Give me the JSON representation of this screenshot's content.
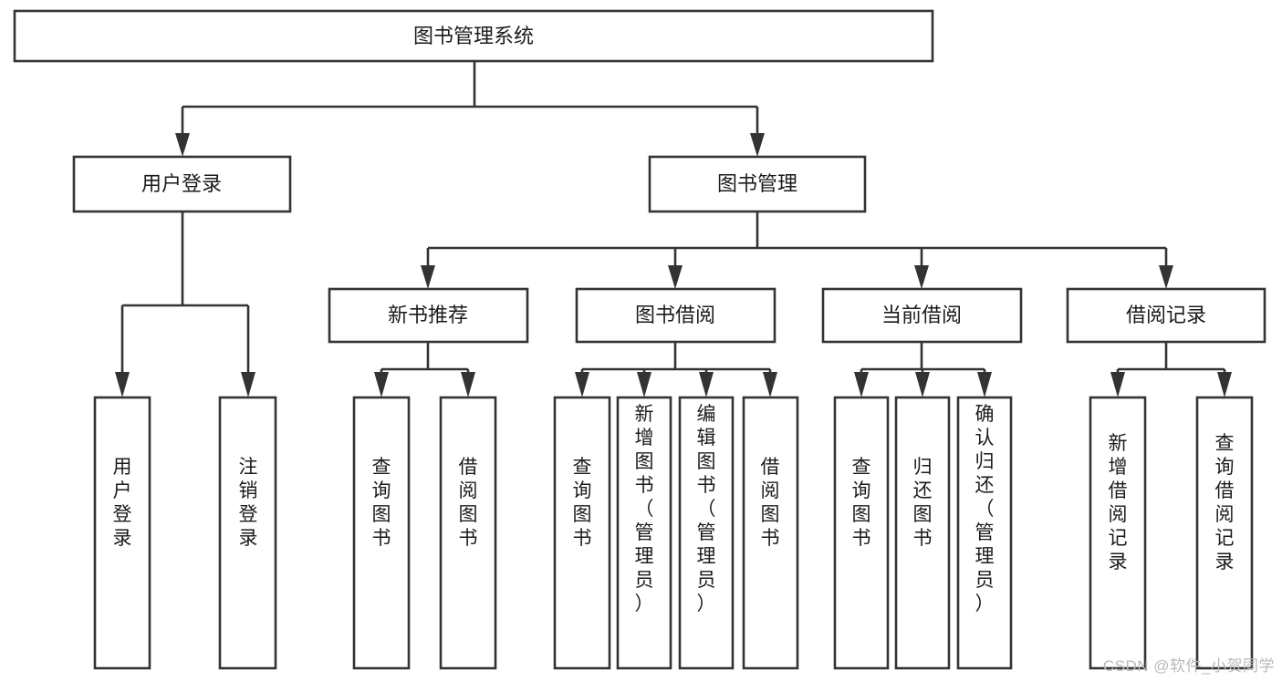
{
  "diagram": {
    "type": "tree",
    "title": "图书管理系统",
    "orientation": "top-down",
    "watermark": "CSDN @软件_小贺同学",
    "colors": {
      "stroke": "#333333",
      "box_fill": "#ffffff",
      "text": "#1b1b1b",
      "background": "#ffffff",
      "watermark": "#b9b9b9"
    },
    "levels": {
      "root": {
        "label": "图书管理系统"
      },
      "level2": [
        {
          "id": "user-login",
          "label": "用户登录"
        },
        {
          "id": "book-management",
          "label": "图书管理"
        }
      ],
      "level3": [
        {
          "id": "new-book-recommend",
          "label": "新书推荐",
          "parent": "book-management"
        },
        {
          "id": "book-borrow",
          "label": "图书借阅",
          "parent": "book-management"
        },
        {
          "id": "current-borrow",
          "label": "当前借阅",
          "parent": "book-management"
        },
        {
          "id": "borrow-record",
          "label": "借阅记录",
          "parent": "book-management"
        }
      ],
      "leaves": [
        {
          "id": "leaf-user-login",
          "label": "用户登录",
          "parent": "user-login"
        },
        {
          "id": "leaf-logout-login",
          "label": "注销登录",
          "parent": "user-login"
        },
        {
          "id": "leaf-query-book-1",
          "label": "查询图书",
          "parent": "new-book-recommend"
        },
        {
          "id": "leaf-borrow-book-1",
          "label": "借阅图书",
          "parent": "new-book-recommend"
        },
        {
          "id": "leaf-query-book-2",
          "label": "查询图书",
          "parent": "book-borrow"
        },
        {
          "id": "leaf-add-book",
          "label": "新增图书（管理员）",
          "parent": "book-borrow"
        },
        {
          "id": "leaf-edit-book",
          "label": "编辑图书（管理员）",
          "parent": "book-borrow"
        },
        {
          "id": "leaf-borrow-book-2",
          "label": "借阅图书",
          "parent": "book-borrow"
        },
        {
          "id": "leaf-query-book-3",
          "label": "查询图书",
          "parent": "current-borrow"
        },
        {
          "id": "leaf-return-book",
          "label": "归还图书",
          "parent": "current-borrow"
        },
        {
          "id": "leaf-confirm-return",
          "label": "确认归还（管理员）",
          "parent": "current-borrow"
        },
        {
          "id": "leaf-add-record",
          "label": "新增借阅记录",
          "parent": "borrow-record"
        },
        {
          "id": "leaf-query-record",
          "label": "查询借阅记录",
          "parent": "borrow-record"
        }
      ]
    }
  }
}
